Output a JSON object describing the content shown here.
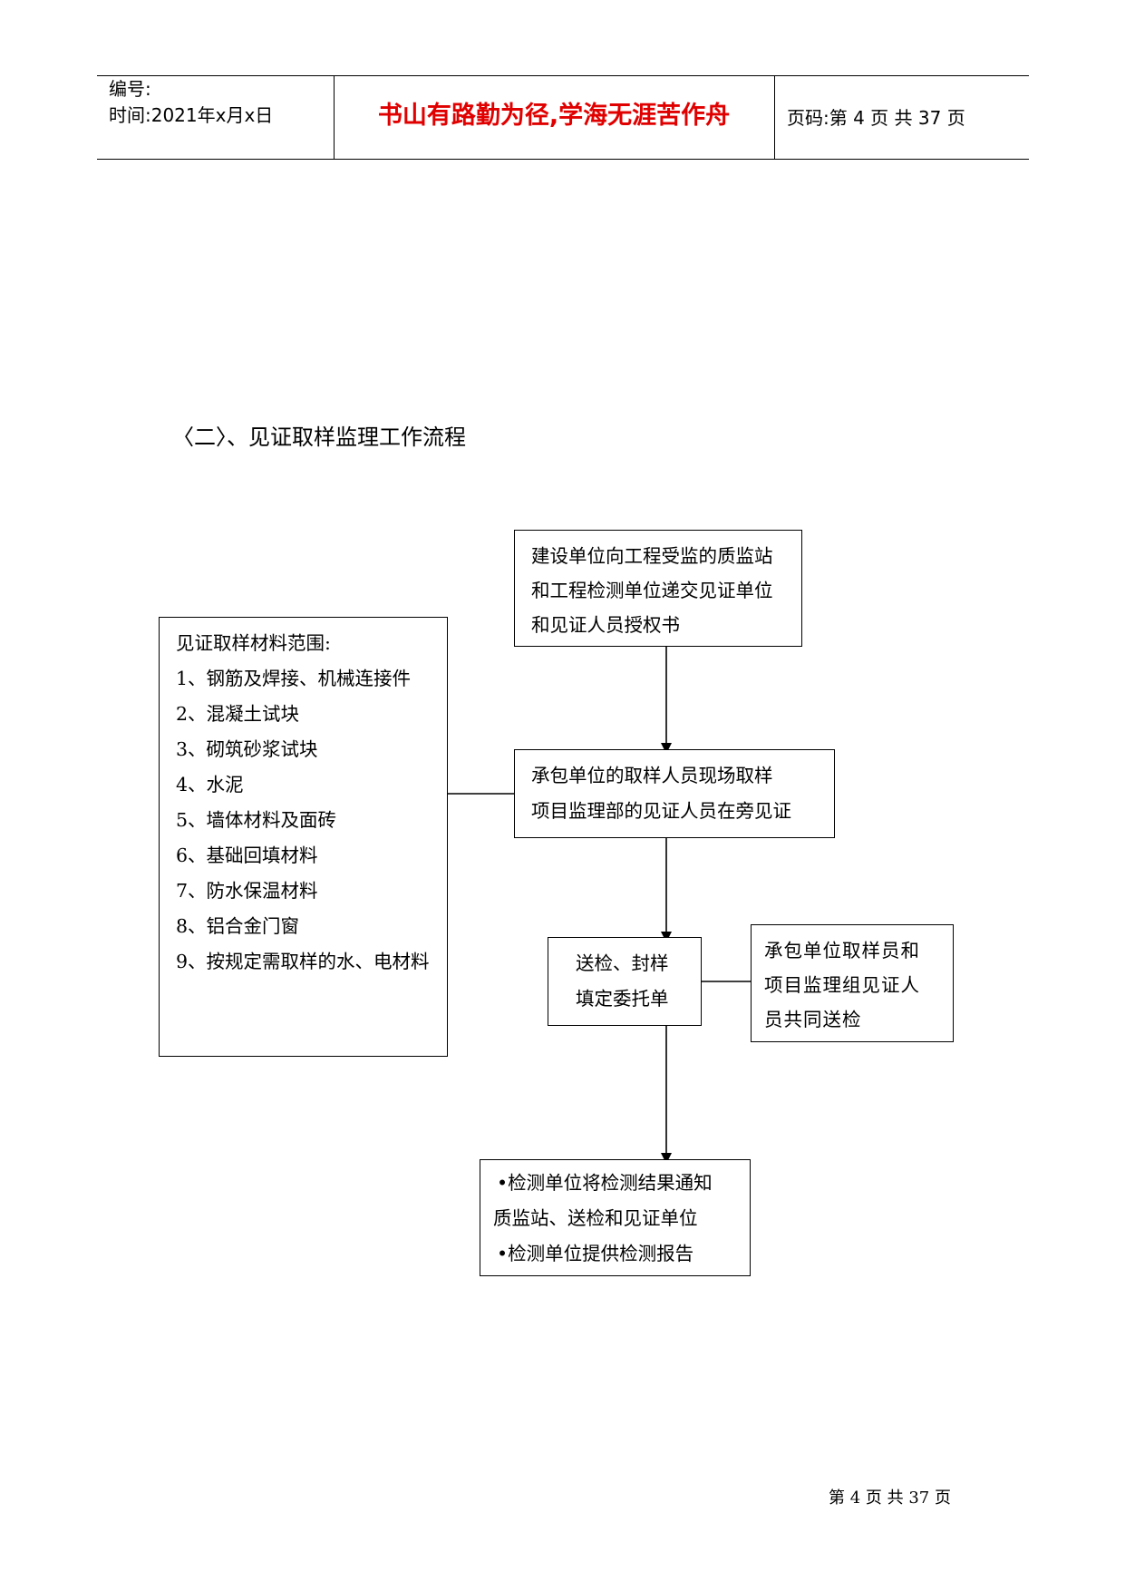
{
  "header": {
    "number_label": "编号:",
    "time_label": "时间:2021年x月x日",
    "motto": "书山有路勤为径,学海无涯苦作舟",
    "page_label": "页码:第 4 页 共 37 页",
    "motto_color": "#e00000"
  },
  "section_title": "〈二〉、见证取样监理工作流程",
  "materials": {
    "heading": "见证取样材料范围:",
    "items": [
      "1、钢筋及焊接、机械连接件",
      "2、混凝土试块",
      "3、砌筑砂浆试块",
      "4、水泥",
      "5、墙体材料及面砖",
      "6、基础回填材料",
      "7、防水保温材料",
      "8、铝合金门窗",
      "9、按规定需取样的水、电材料"
    ]
  },
  "flow": {
    "step1": [
      "建设单位向工程受监的质监站",
      "和工程检测单位递交见证单位",
      "和见证人员授权书"
    ],
    "step2": [
      "承包单位的取样人员现场取样",
      "项目监理部的见证人员在旁见证"
    ],
    "step3": [
      "送检、封样",
      "填定委托单"
    ],
    "step3_note": [
      "承包单位取样员和",
      "项目监理组见证人",
      "员共同送检"
    ],
    "step4": [
      "•检测单位将检测结果通知",
      "质监站、送检和见证单位",
      "•检测单位提供检测报告"
    ]
  },
  "footer": "第 4 页 共 37 页"
}
